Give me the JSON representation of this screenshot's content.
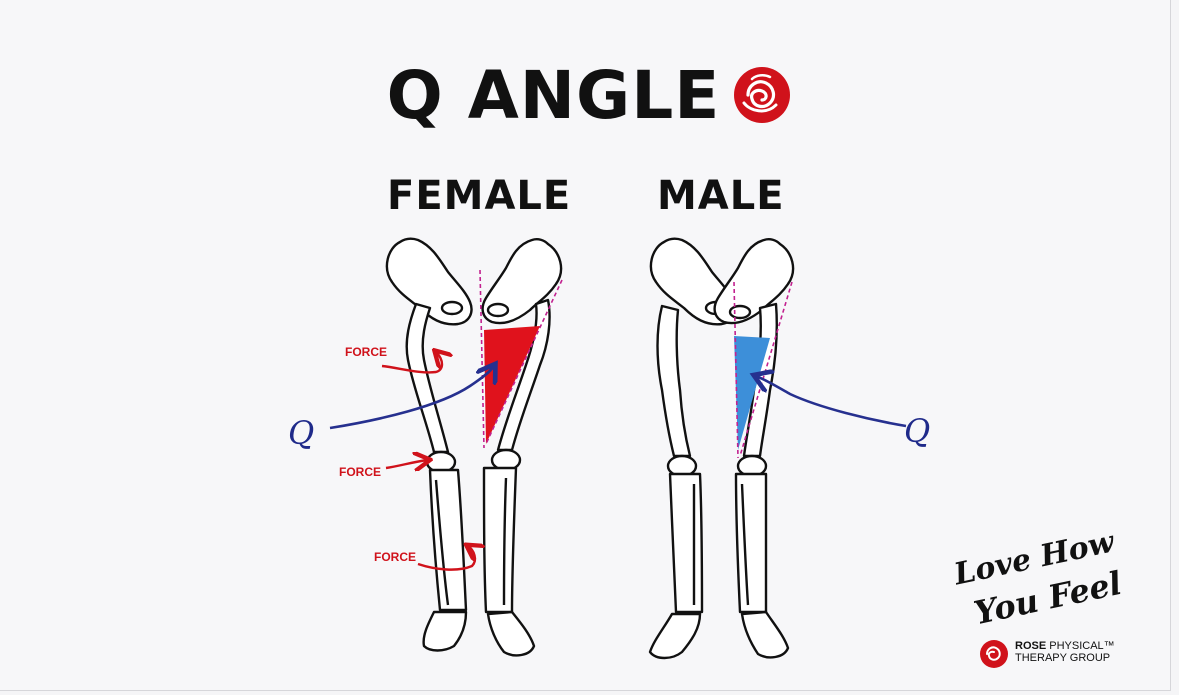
{
  "title": "Q ANGLE",
  "labels": {
    "female": "FEMALE",
    "male": "MALE",
    "force_top": "FORCE",
    "force_mid": "FORCE",
    "force_low": "FORCE",
    "q_left": "Q",
    "q_right": "Q"
  },
  "brand": {
    "tagline_line1": "Love How",
    "tagline_line2": "You Feel",
    "name_bold": "ROSE",
    "name_rest": "PHYSICAL™",
    "name_line2": "THERAPY GROUP"
  },
  "colors": {
    "female_angle": "#e0121c",
    "male_angle": "#3d8fd9",
    "force_arrow": "#d0121b",
    "q_arrow": "#26308f",
    "guide_line": "#c2218f",
    "logo_red": "#d0121b"
  },
  "icons": [
    "rose-logo-icon"
  ]
}
